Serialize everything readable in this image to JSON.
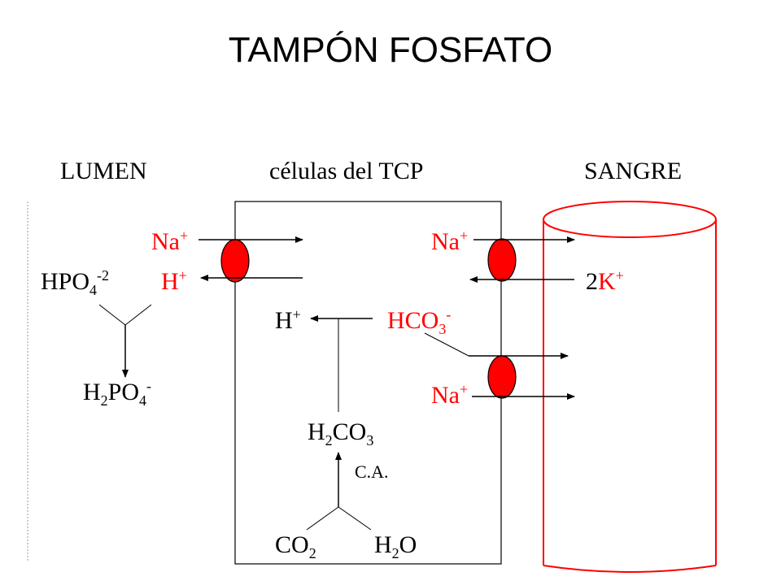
{
  "title": "TAMPÓN FOSFATO",
  "headers": {
    "lumen": "LUMEN",
    "cells": "células del TCP",
    "blood": "SANGRE"
  },
  "species": {
    "na_lumen": {
      "main": "Na",
      "sup": "+"
    },
    "h_lumen": {
      "main": "H",
      "sup": "+"
    },
    "hpo4": {
      "main": "HPO",
      "sub": "4",
      "sup": "-2"
    },
    "h2po4": {
      "p1": "H",
      "s1": "2",
      "p2": "PO",
      "s2": "4",
      "sup": "-"
    },
    "na_cell_top": {
      "main": "Na",
      "sup": "+"
    },
    "k_blood": {
      "coef": "2",
      "main": "K",
      "sup": "+"
    },
    "h_cell": {
      "main": "H",
      "sup": "+"
    },
    "hco3": {
      "main": "HCO",
      "sub": "3",
      "sup": "-"
    },
    "na_cell_bottom": {
      "main": "Na",
      "sup": "+"
    },
    "h2co3": {
      "p1": "H",
      "s1": "2",
      "p2": "CO",
      "s2": "3"
    },
    "ca": "C.A.",
    "co2": {
      "main": "CO",
      "sub": "2"
    },
    "h2o": {
      "p1": "H",
      "s1": "2",
      "p2": "O"
    }
  },
  "colors": {
    "transporter": "#ff0000",
    "ion_highlight": "#ff0000",
    "line": "#000000",
    "membrane_dashed": "#999999"
  }
}
